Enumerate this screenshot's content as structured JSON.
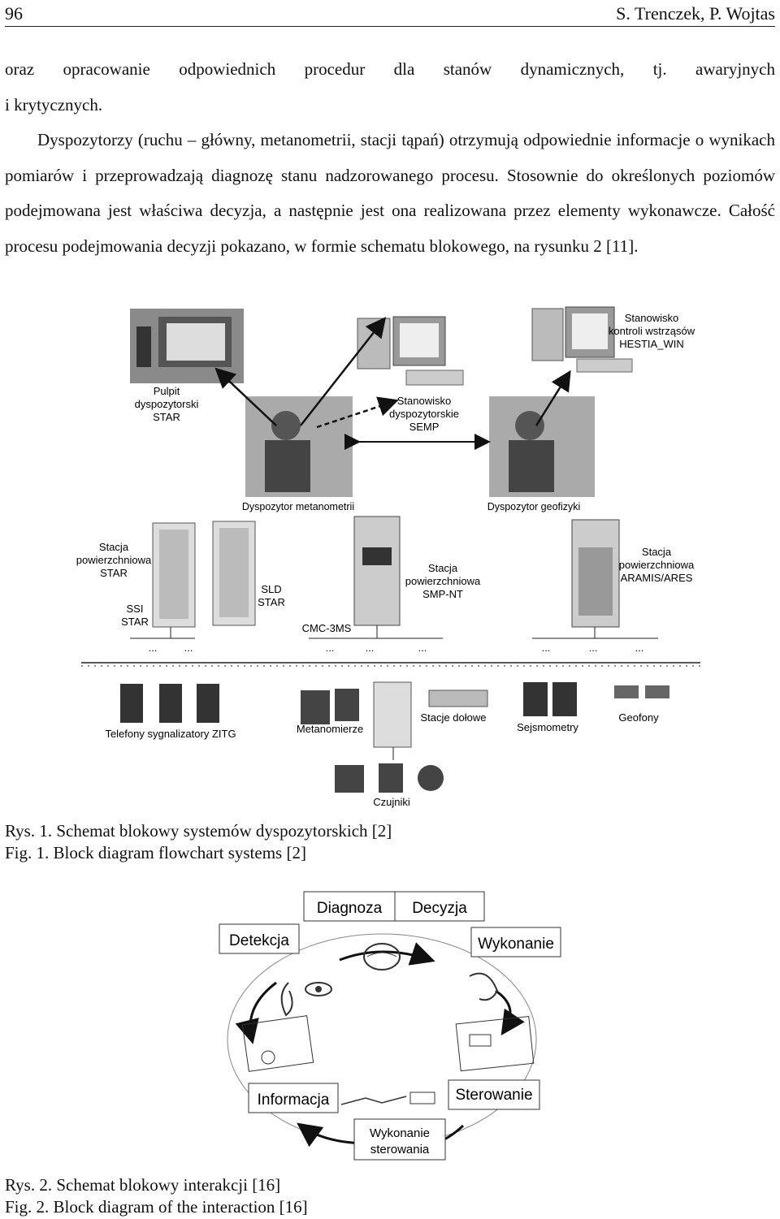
{
  "header": {
    "page_number": "96",
    "authors": "S. Trenczek, P. Wojtas"
  },
  "body": {
    "p1_line1": "oraz opracowanie odpowiednich procedur dla stanów dynamicznych, tj. awaryjnych",
    "p1_line2": "i krytycznych.",
    "p2": "Dyspozytorzy (ruchu – główny, metanometrii, stacji tąpań) otrzymują odpowiednie informacje o wynikach pomiarów i przeprowadzają diagnozę stanu nadzorowanego procesu. Stosownie do określonych poziomów podejmowana jest właściwa decyzja, a następnie jest ona realizowana przez elementy wykonawcze. Całość procesu podejmowania decyzji pokazano, w formie schematu blokowego, na rysunku 2 [11]."
  },
  "figure1": {
    "labels": {
      "pulpit": [
        "Pulpit",
        "dyspozytorski",
        "STAR"
      ],
      "semp": [
        "Stanowisko",
        "dyspozytorskie",
        "SEMP"
      ],
      "hestia": [
        "Stanowisko",
        "kontroli wstrząsów",
        "HESTIA_WIN"
      ],
      "dysp_met": "Dyspozytor metanometrii",
      "dysp_geo": "Dyspozytor geofizyki",
      "stacja_star": [
        "Stacja",
        "powierzchniowa",
        "STAR"
      ],
      "ssi": [
        "SSI",
        "STAR"
      ],
      "sld": [
        "SLD",
        "STAR"
      ],
      "cmc": "CMC-3MS",
      "smp": [
        "Stacja",
        "powierzchniowa",
        "SMP-NT"
      ],
      "aramis": [
        "Stacja",
        "powierzchniowa",
        "ARAMIS/ARES"
      ],
      "telefony": "Telefony sygnalizatory ZITG",
      "metanomierze": "Metanomierze",
      "stacje_dolowe": "Stacje dołowe",
      "sejsmometry": "Sejsmometry",
      "geofony": "Geofony",
      "czujniki": "Czujniki",
      "dots": "..."
    },
    "caption_pl": "Rys. 1. Schemat blokowy systemów dyspozytorskich [2]",
    "caption_en": "Fig. 1. Block diagram flowchart systems [2]"
  },
  "figure2": {
    "labels": {
      "diagnoza": "Diagnoza",
      "decyzja": "Decyzja",
      "detekcja": "Detekcja",
      "wykonanie": "Wykonanie",
      "informacja": "Informacja",
      "sterowanie": "Sterowanie",
      "wykonanie_sterowania": [
        "Wykonanie",
        "sterowania"
      ]
    },
    "caption_pl": "Rys. 2. Schemat blokowy interakcji [16]",
    "caption_en": "Fig. 2. Block diagram of the interaction [16]"
  }
}
